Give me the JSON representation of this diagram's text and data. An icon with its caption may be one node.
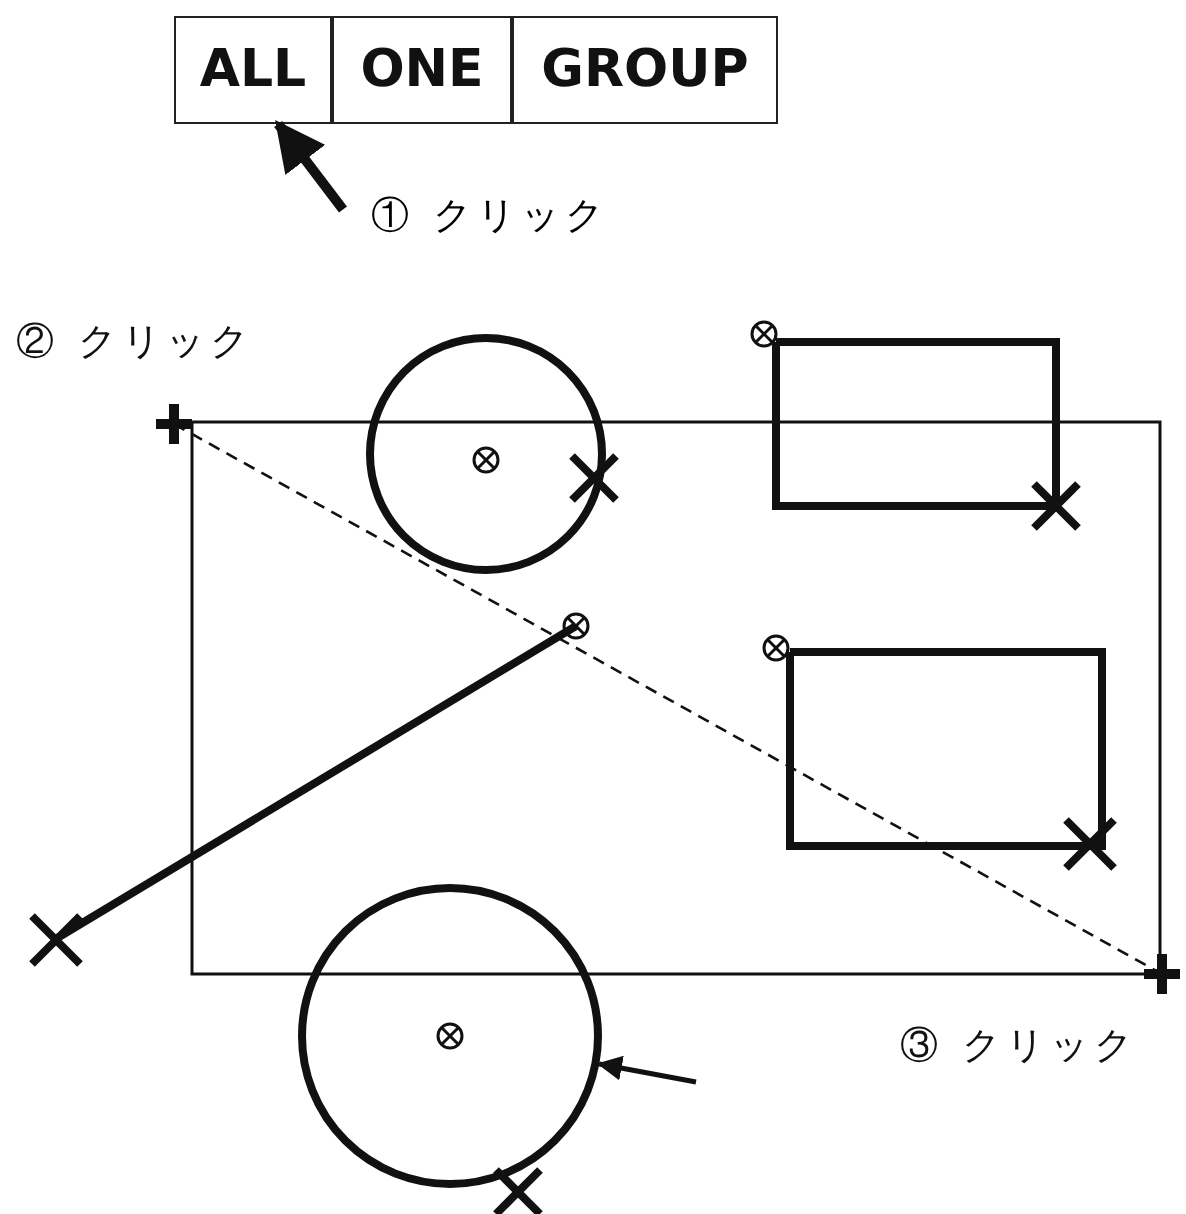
{
  "diagram": {
    "nodes": [
      {
        "text": [
          "ALL"
        ]
      },
      {
        "text": [
          "ONE"
        ]
      },
      {
        "text": [
          "GROUP"
        ]
      },
      {
        "text": [
          "① クリック"
        ]
      },
      {
        "text": [],
        "shape": "circle"
      }
    ],
    "edges": [
      {
        "from": 3,
        "to": 0,
        "arrow": "to",
        "style": "thick"
      },
      {
        "from": null,
        "to": 4,
        "arrow": "to"
      }
    ],
    "labels": [
      "② クリック",
      "③ クリック"
    ]
  }
}
